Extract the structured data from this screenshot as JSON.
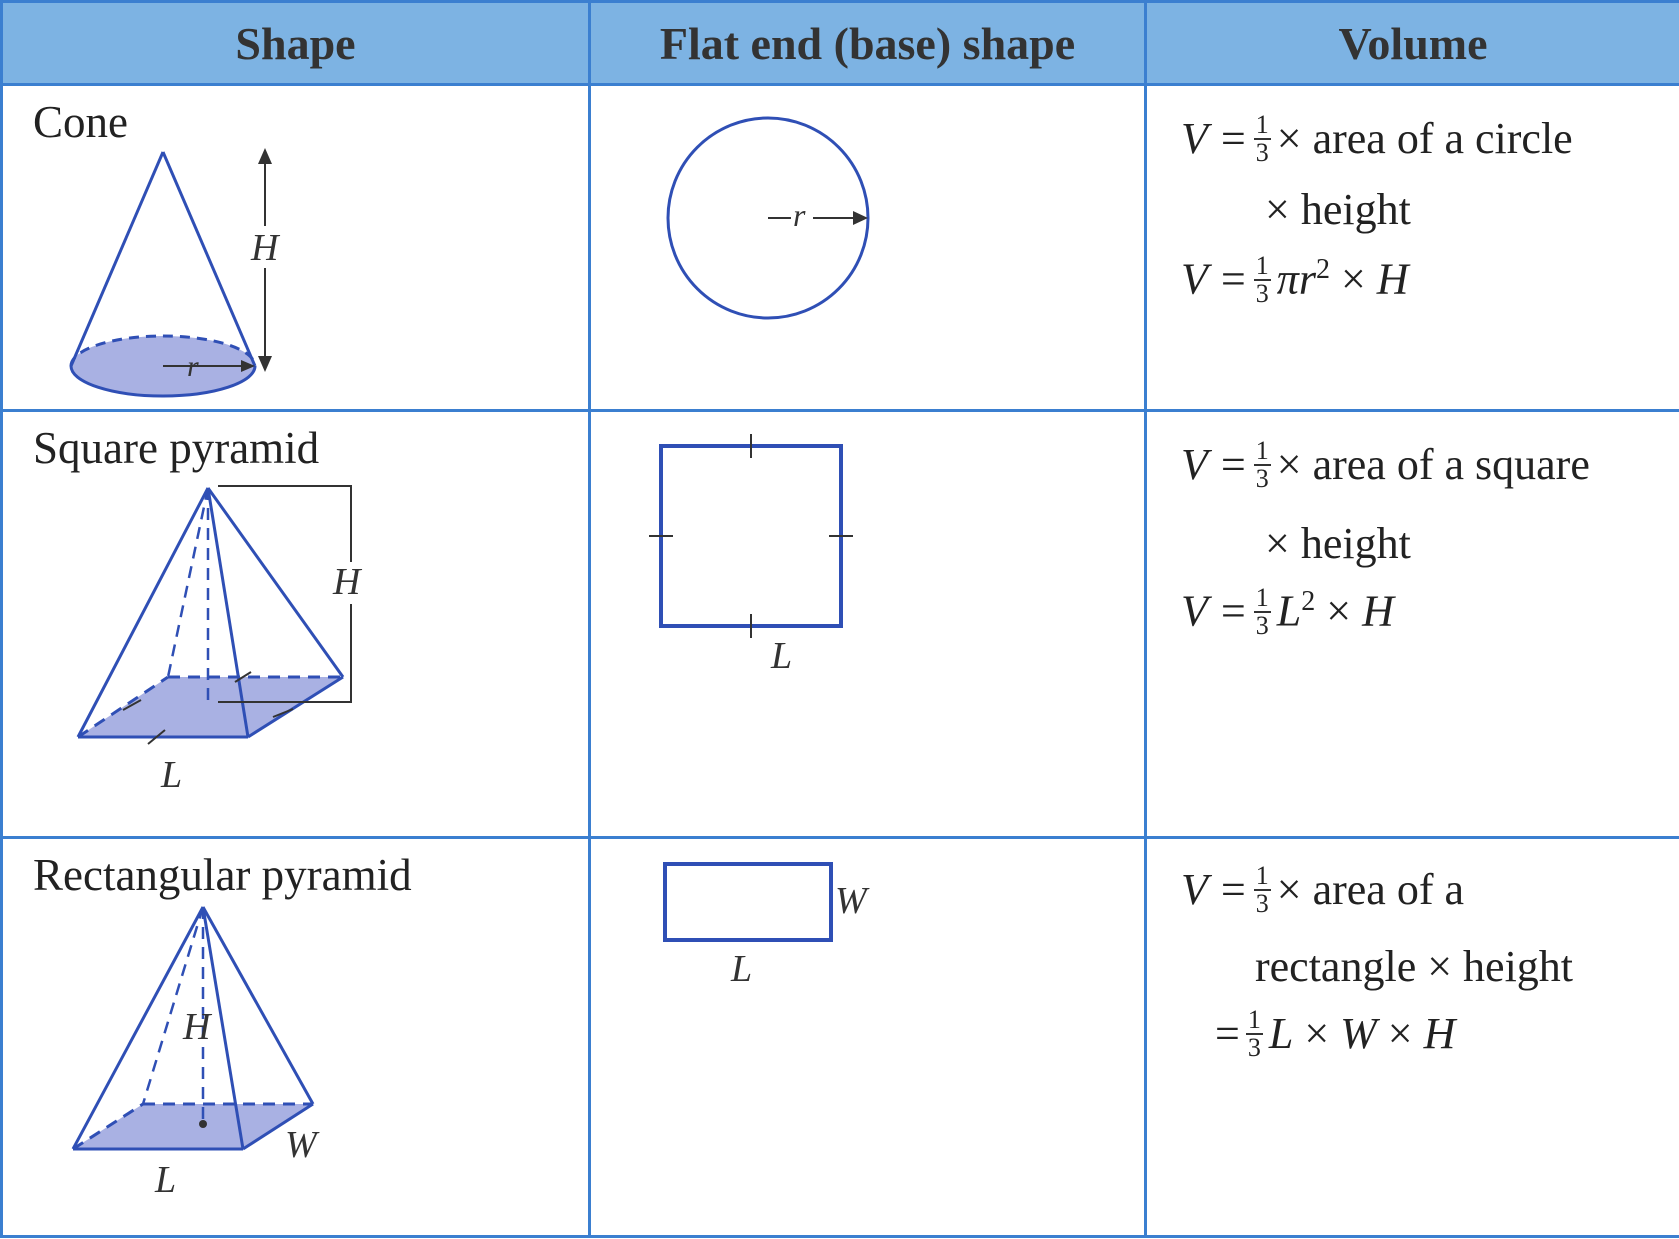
{
  "headers": {
    "shape": "Shape",
    "base": "Flat end (base) shape",
    "volume": "Volume"
  },
  "rows": [
    {
      "name": "Cone",
      "labels": {
        "height": "H",
        "radius": "r",
        "base_radius": "r"
      },
      "formula": {
        "line1_prefix": "V =",
        "line1_frac_num": "1",
        "line1_frac_den": "3",
        "line1_suffix": "× area of a circle",
        "line2": "× height",
        "line3_prefix": "V =",
        "line3_frac_num": "1",
        "line3_frac_den": "3",
        "line3_pi": "π",
        "line3_r": "r",
        "line3_exp": "2",
        "line3_times": "×",
        "line3_H": "H"
      }
    },
    {
      "name": "Square pyramid",
      "labels": {
        "height": "H",
        "side": "L",
        "base_side": "L"
      },
      "formula": {
        "line1_prefix": "V =",
        "line1_frac_num": "1",
        "line1_frac_den": "3",
        "line1_suffix": "× area of a square",
        "line2": "× height",
        "line3_prefix": "V =",
        "line3_frac_num": "1",
        "line3_frac_den": "3",
        "line3_L": "L",
        "line3_exp": "2",
        "line3_times": "×",
        "line3_H": "H"
      }
    },
    {
      "name": "Rectangular pyramid",
      "labels": {
        "height": "H",
        "length": "L",
        "width": "W",
        "base_length": "L",
        "base_width": "W"
      },
      "formula": {
        "line1_prefix": "V =",
        "line1_frac_num": "1",
        "line1_frac_den": "3",
        "line1_suffix": "× area of a",
        "line2": "rectangle × height",
        "line3_prefix": "=",
        "line3_frac_num": "1",
        "line3_frac_den": "3",
        "line3_L": "L",
        "line3_times1": "×",
        "line3_W": "W",
        "line3_times2": "×",
        "line3_H": "H"
      }
    }
  ],
  "colors": {
    "header_bg": "#7db3e3",
    "border": "#3b7fd0",
    "shape_stroke": "#2f4fb5",
    "shape_fill": "#a9b1e3"
  }
}
